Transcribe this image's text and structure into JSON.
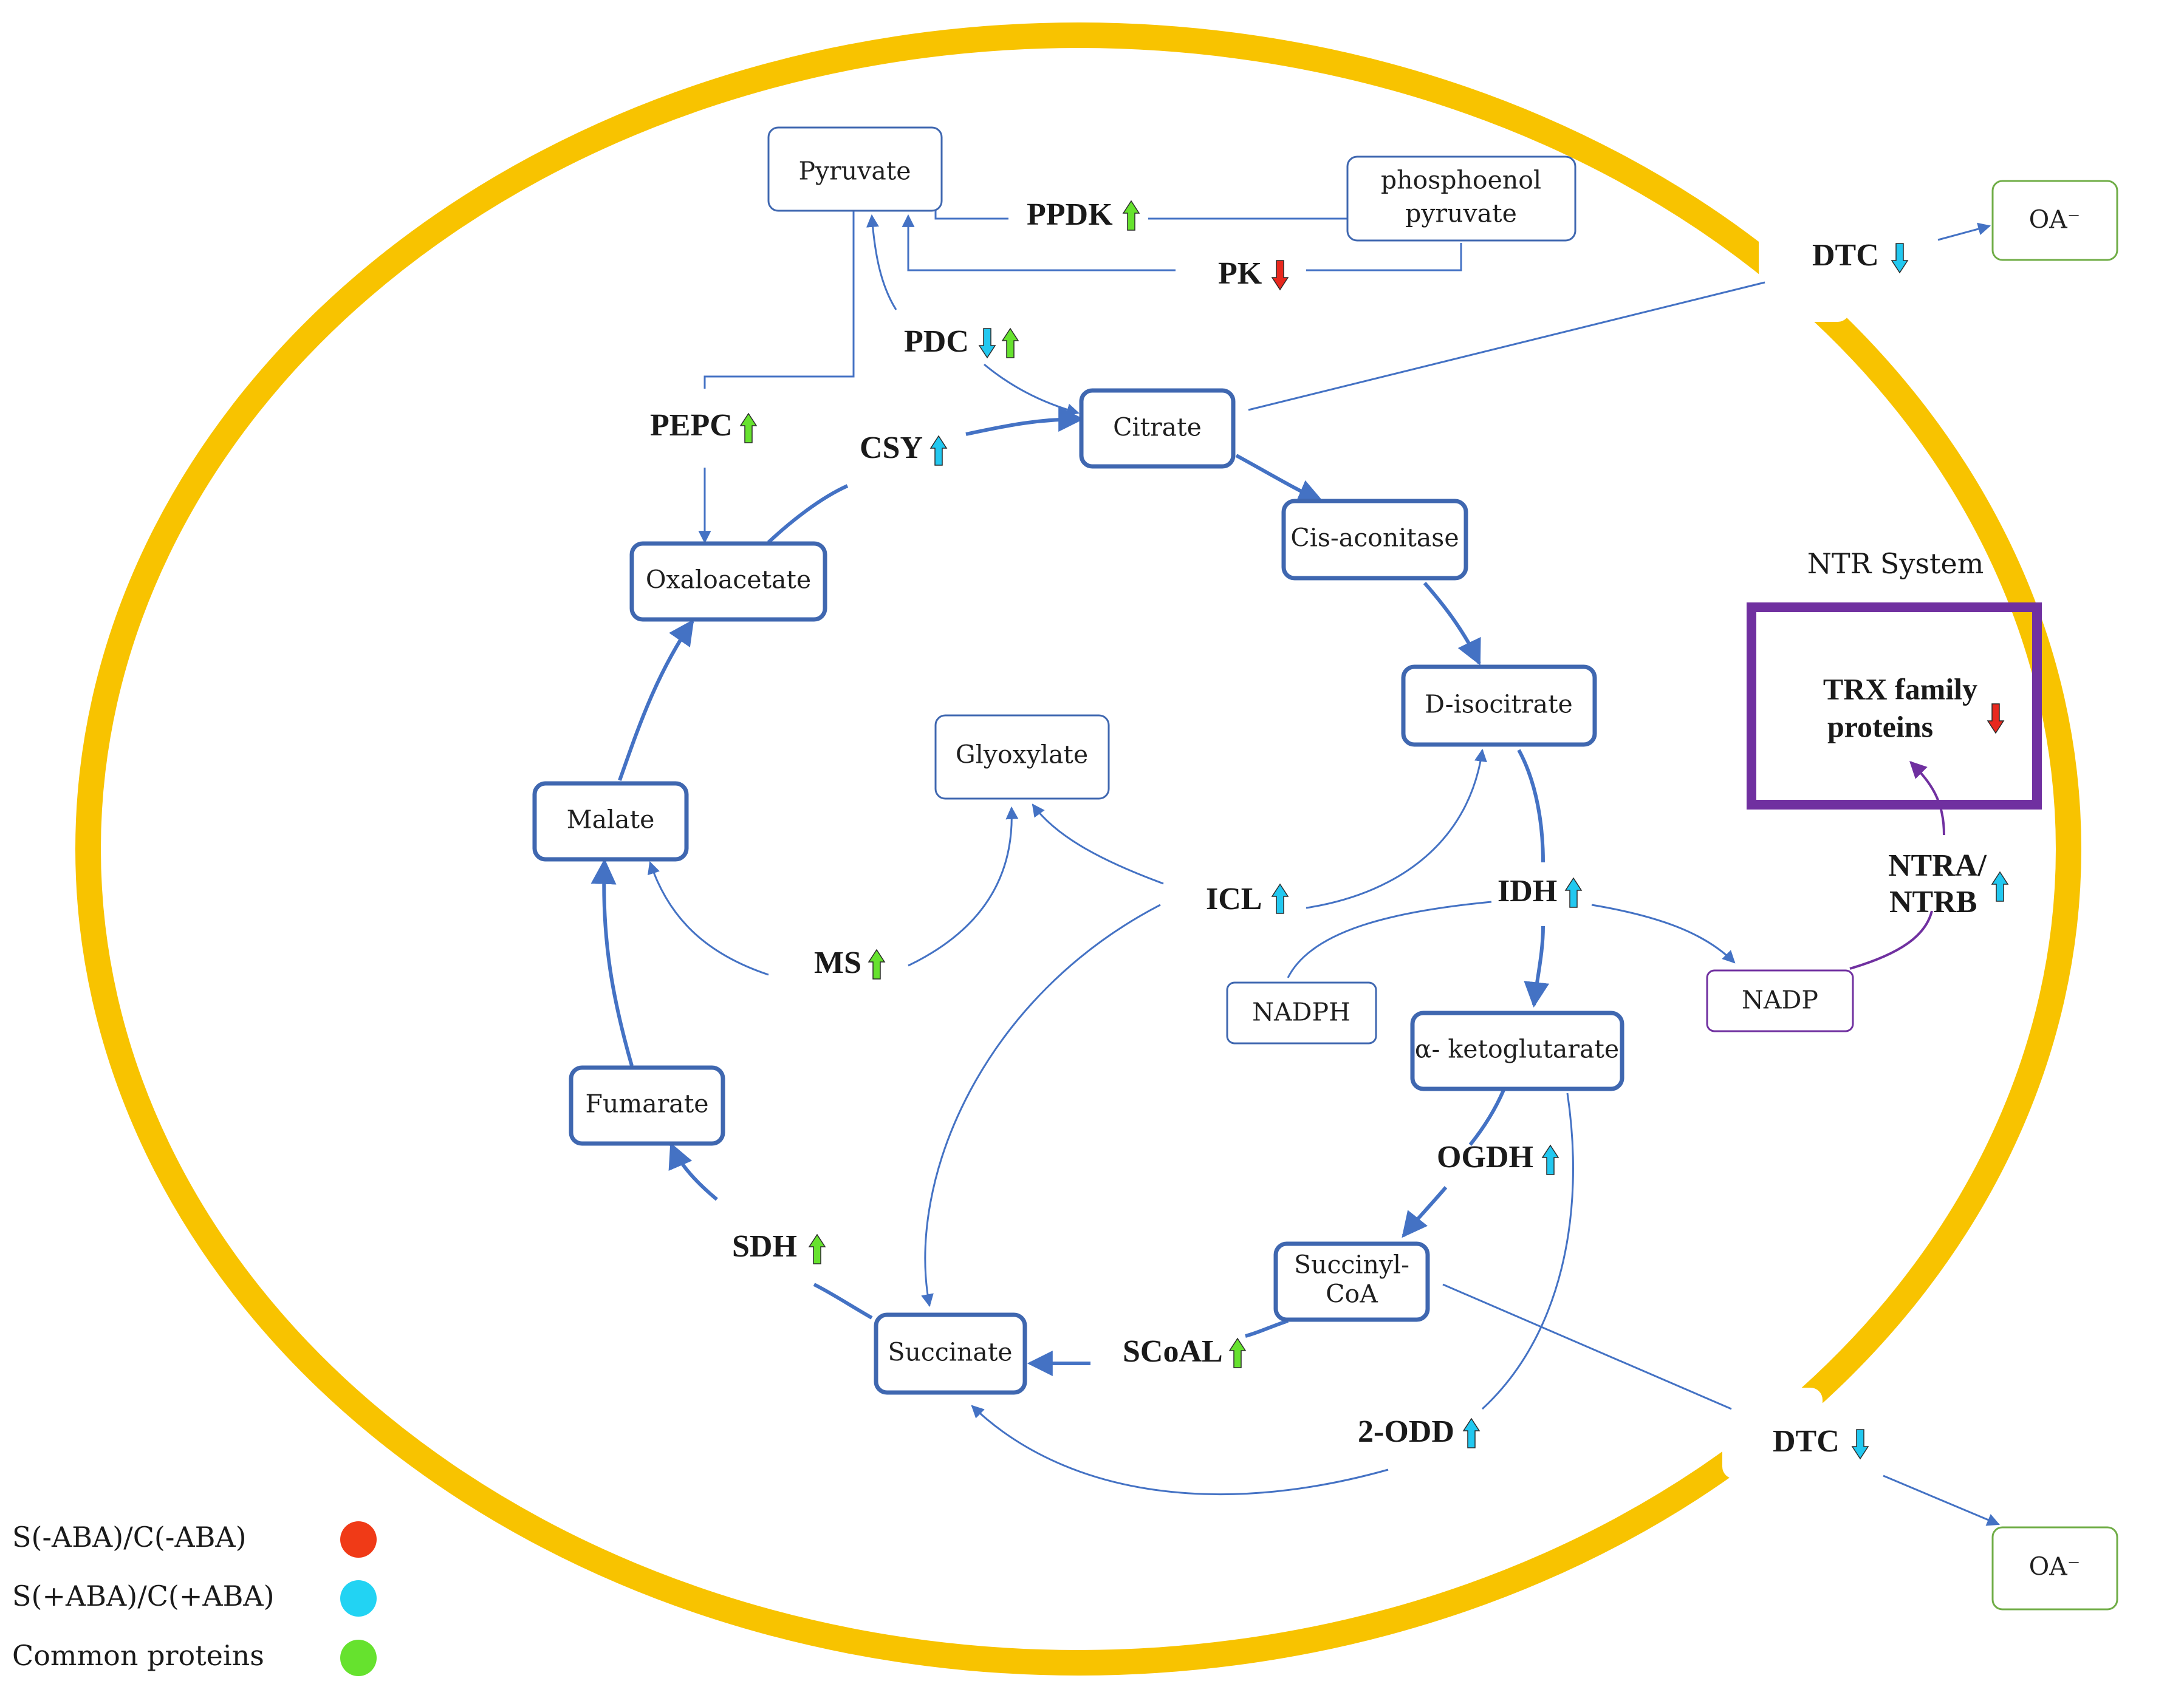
{
  "colors": {
    "membrane": "#F8C300",
    "node_border": "#3F67B0",
    "arrow": "#4472C4",
    "ntr_box": "#7030A0",
    "ntr_arrow": "#7030A0",
    "oa_border": "#70AD47",
    "down_red": "#E8281E",
    "up_cyan": "#22C8F0",
    "up_green": "#66E22E"
  },
  "nodes": {
    "pyruvate": "Pyruvate",
    "pep_line1": "phosphoenol",
    "pep_line2": "pyruvate",
    "citrate": "Citrate",
    "cis_aconitase": "Cis-aconitase",
    "d_isocitrate": "D-isocitrate",
    "oxaloacetate": "Oxaloacetate",
    "malate": "Malate",
    "glyoxylate": "Glyoxylate",
    "fumarate": "Fumarate",
    "succinate": "Succinate",
    "succinyl_coa_line1": "Succinyl-",
    "succinyl_coa_line2": "CoA",
    "alpha_ketoglutarate": "α- ketoglutarate",
    "nadph": "NADPH",
    "nadp": "NADP",
    "oa_top": "OA⁻",
    "oa_bottom": "OA⁻"
  },
  "enzymes": {
    "ppdk": {
      "label": "PPDK",
      "arrows": [
        "up_green"
      ]
    },
    "pk": {
      "label": "PK",
      "arrows": [
        "down_red"
      ]
    },
    "pdc": {
      "label": "PDC",
      "arrows": [
        "down_cyan",
        "up_green"
      ]
    },
    "pepc": {
      "label": "PEPC",
      "arrows": [
        "up_green"
      ]
    },
    "csy": {
      "label": "CSY",
      "arrows": [
        "up_cyan"
      ]
    },
    "icl": {
      "label": "ICL",
      "arrows": [
        "up_cyan"
      ]
    },
    "idh": {
      "label": "IDH",
      "arrows": [
        "up_cyan"
      ]
    },
    "ms": {
      "label": "MS",
      "arrows": [
        "up_green"
      ]
    },
    "ogdh": {
      "label": "OGDH",
      "arrows": [
        "up_cyan"
      ]
    },
    "sdh": {
      "label": "SDH",
      "arrows": [
        "up_green"
      ]
    },
    "scoal": {
      "label": "SCoAL",
      "arrows": [
        "up_green"
      ]
    },
    "two_odd": {
      "label": "2-ODD",
      "arrows": [
        "up_cyan"
      ]
    },
    "dtc_top": {
      "label": "DTC",
      "arrows": [
        "down_cyan"
      ]
    },
    "dtc_bottom": {
      "label": "DTC",
      "arrows": [
        "down_cyan"
      ]
    },
    "ntra_line1": "NTRA/",
    "ntra_line2": "NTRB",
    "ntra_arrows": [
      "up_cyan"
    ]
  },
  "ntr_system": {
    "title": "NTR System",
    "line1": "TRX family",
    "line2": "proteins",
    "arrows": [
      "down_red"
    ]
  },
  "legend": [
    {
      "label": "S(-ABA)/C(-ABA)",
      "color": "#F03A17"
    },
    {
      "label": "S(+ABA)/C(+ABA)",
      "color": "#22D3F3"
    },
    {
      "label": "Common proteins",
      "color": "#66E22E"
    }
  ]
}
